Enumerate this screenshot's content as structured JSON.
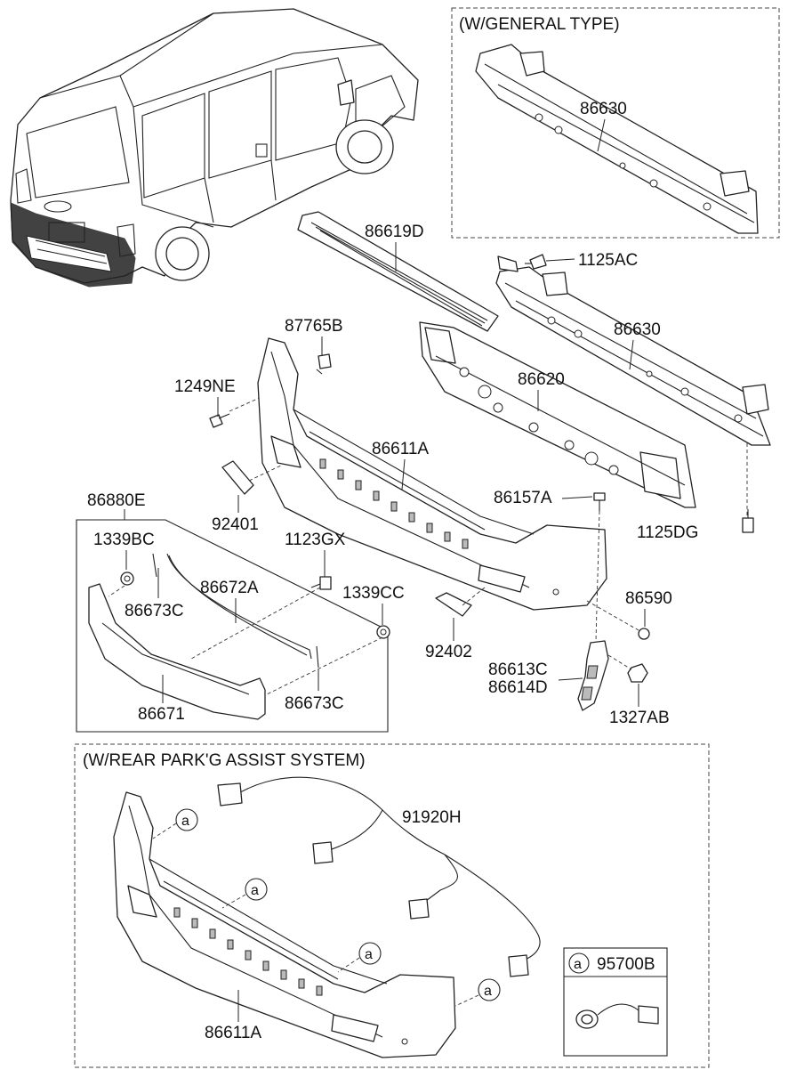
{
  "boxes": {
    "general_type": "(W/GENERAL TYPE)",
    "parking_assist": "(W/REAR PARK'G ASSIST SYSTEM)"
  },
  "labels": {
    "p86630_top": "86630",
    "p86619D": "86619D",
    "p1125AC": "1125AC",
    "p86630": "86630",
    "p87765B": "87765B",
    "p1249NE": "1249NE",
    "p86620": "86620",
    "p86611A": "86611A",
    "p86157A": "86157A",
    "p92401": "92401",
    "p1125DG": "1125DG",
    "p86880E": "86880E",
    "p1339BC": "1339BC",
    "p1123GX": "1123GX",
    "p86672A": "86672A",
    "p1339CC": "1339CC",
    "p86673C_left": "86673C",
    "p86590": "86590",
    "p92402": "92402",
    "p86613C": "86613C",
    "p86614D": "86614D",
    "p86671": "86671",
    "p86673C_right": "86673C",
    "p1327AB": "1327AB",
    "p91920H": "91920H",
    "p86611A_bottom": "86611A",
    "p95700B": "95700B"
  },
  "callout": "a"
}
